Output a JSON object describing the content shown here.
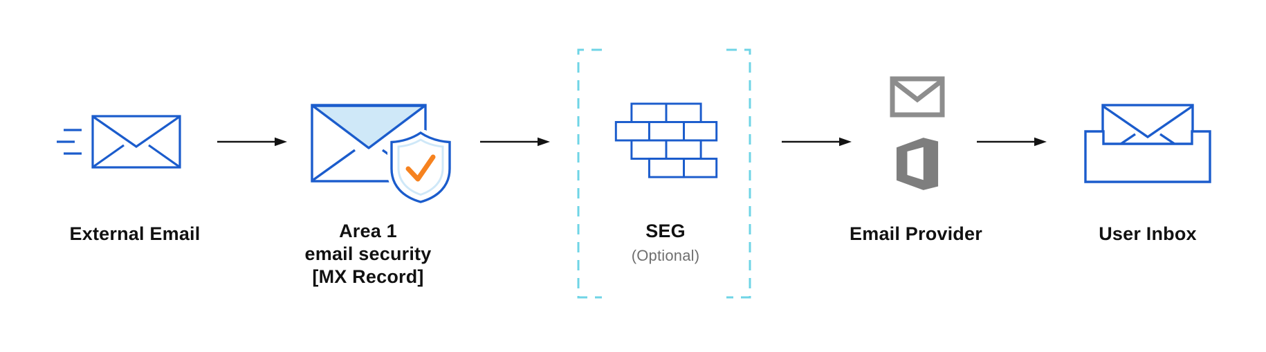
{
  "diagram": {
    "type": "flow",
    "description_visible_text_only": true,
    "nodes": [
      {
        "id": "external-email",
        "label": "External Email",
        "icon": "envelope-with-speed-lines"
      },
      {
        "id": "area1-email-security",
        "label_lines": [
          "Area 1",
          "email security",
          "[MX Record]"
        ],
        "icon": "envelope-with-shield-check"
      },
      {
        "id": "seg",
        "label": "SEG",
        "sublabel": "(Optional)",
        "icon": "firewall-bricks",
        "optional": true
      },
      {
        "id": "email-provider",
        "label": "Email Provider",
        "icon": "gmail-and-office-logos"
      },
      {
        "id": "user-inbox",
        "label": "User Inbox",
        "icon": "inbox-tray-with-envelope"
      }
    ],
    "connections": [
      {
        "from": "external-email",
        "to": "area1-email-security"
      },
      {
        "from": "area1-email-security",
        "to": "seg"
      },
      {
        "from": "seg",
        "to": "email-provider"
      },
      {
        "from": "email-provider",
        "to": "user-inbox"
      }
    ],
    "colors": {
      "envelope_blue": "#1b5ccc",
      "light_blue_fill": "#cfe8f8",
      "check_orange": "#f6821f",
      "dashed_cyan": "#6fd4e6",
      "provider_gray_light": "#8d8d8d",
      "provider_gray_dark": "#7e7e7e",
      "arrow_black": "#131313",
      "label_text": "#111111",
      "optional_text": "#6f6f6f",
      "background": "#ffffff"
    }
  }
}
